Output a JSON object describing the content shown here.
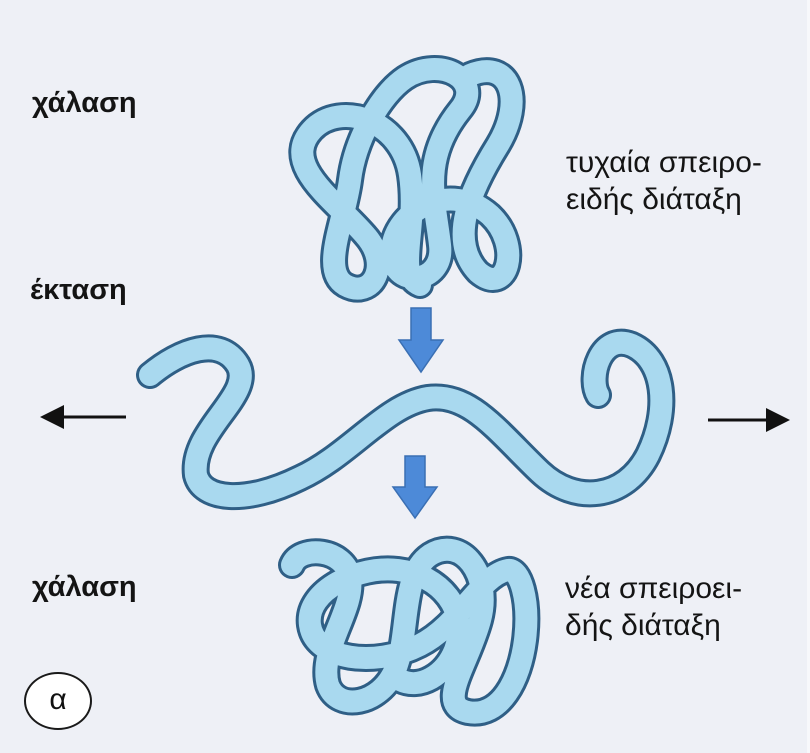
{
  "labels": {
    "relax_top": "χάλαση",
    "stretch": "έκταση",
    "relax_bottom": "χάλαση"
  },
  "notes": {
    "random_coil": [
      "τυχαία σπειρο-",
      "ειδής διάταξη"
    ],
    "new_coil": [
      "νέα σπειροει-",
      "δής διάταξη"
    ]
  },
  "panel_letter": "α",
  "colors": {
    "chain_fill": "#a9d9ef",
    "chain_outline": "#2f5f86",
    "step_arrow": "#4d8ad8",
    "force_arrow": "#111111",
    "background": "#eef0f6"
  },
  "icons": {
    "step_arrows": "arrow-down-icon",
    "force_arrows": "arrow-left-icon / arrow-right-icon"
  }
}
